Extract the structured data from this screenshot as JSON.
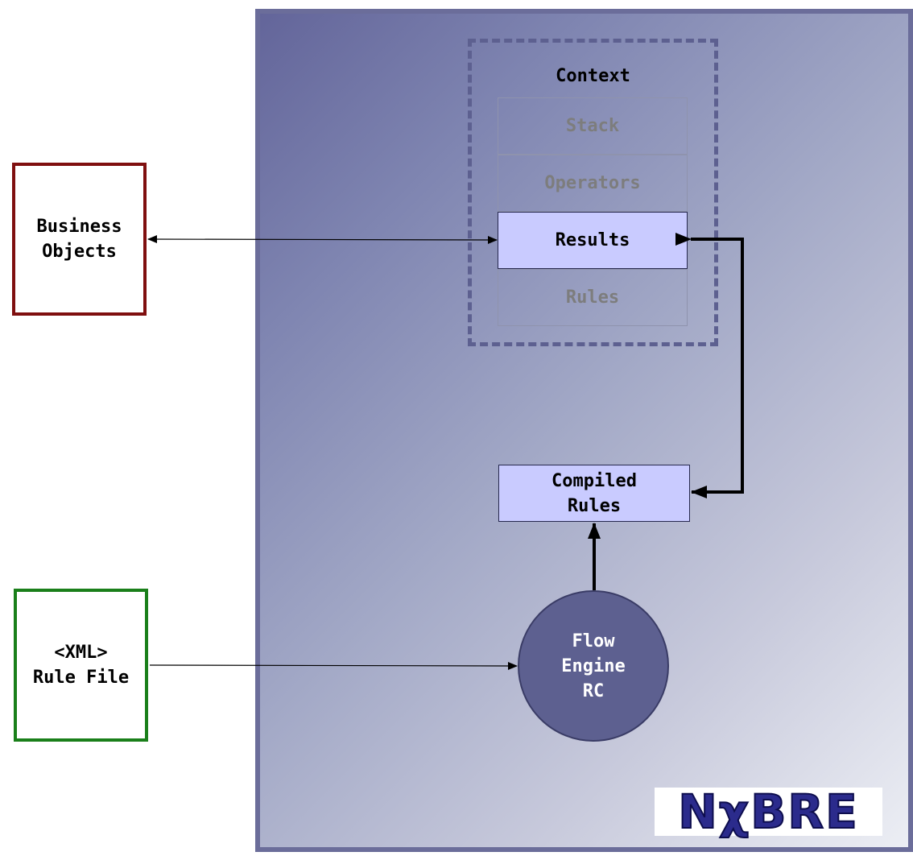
{
  "business_objects": {
    "label": "Business\nObjects"
  },
  "xml_rule_file": {
    "label": "<XML>\nRule File"
  },
  "context": {
    "title": "Context",
    "rows": [
      {
        "label": "Stack"
      },
      {
        "label": "Operators"
      },
      {
        "label": "Results"
      },
      {
        "label": "Rules"
      }
    ]
  },
  "compiled_rules": {
    "label": "Compiled\nRules"
  },
  "flow_engine": {
    "label": "Flow\nEngine\nRC"
  },
  "logo": {
    "text": "NχBRE"
  },
  "colors": {
    "panel_border": "#6b6d9a",
    "business_border": "#7f0f0f",
    "xml_border": "#1a7f1a",
    "highlight_fill": "#c9cbff",
    "engine_fill": "#5d6090"
  }
}
